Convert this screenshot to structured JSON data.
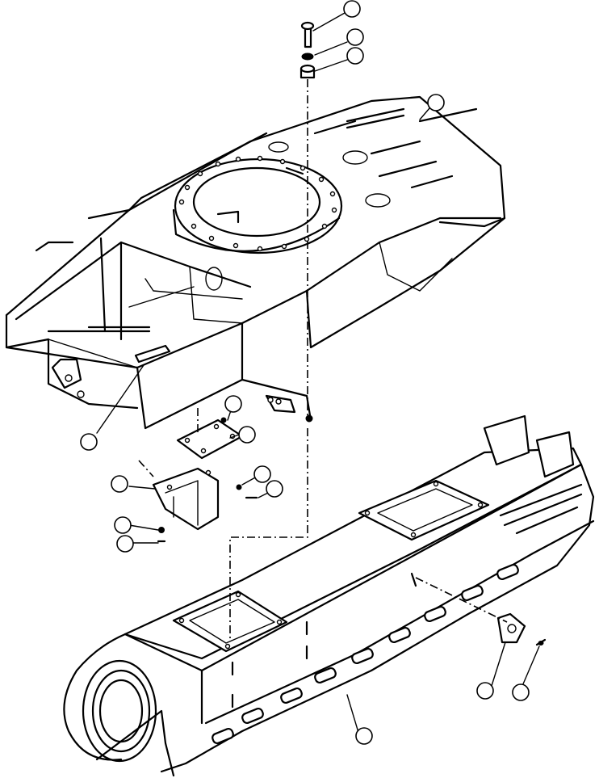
{
  "figure": {
    "kind": "exploded-parts-diagram",
    "line_color": "#000000",
    "background": "#ffffff"
  },
  "parts": [
    {
      "name": "upper-frame",
      "icon": "frame-icon"
    },
    {
      "name": "track-frame",
      "icon": "track-frame-icon"
    },
    {
      "name": "mounting-bolt",
      "icon": "bolt-icon"
    },
    {
      "name": "washer",
      "icon": "washer-icon"
    },
    {
      "name": "spacer",
      "icon": "spacer-icon"
    },
    {
      "name": "bracket",
      "icon": "bracket-icon"
    },
    {
      "name": "cover-plate",
      "icon": "plate-icon"
    },
    {
      "name": "inspection-cover",
      "icon": "cover-icon"
    },
    {
      "name": "guard-plate",
      "icon": "guard-icon"
    }
  ],
  "callouts": [
    {
      "id": "callout-1",
      "label": ""
    },
    {
      "id": "callout-2",
      "label": ""
    },
    {
      "id": "callout-3",
      "label": ""
    },
    {
      "id": "callout-4",
      "label": ""
    },
    {
      "id": "callout-5",
      "label": ""
    },
    {
      "id": "callout-6",
      "label": ""
    },
    {
      "id": "callout-7",
      "label": ""
    },
    {
      "id": "callout-8",
      "label": ""
    },
    {
      "id": "callout-9",
      "label": ""
    },
    {
      "id": "callout-10",
      "label": ""
    },
    {
      "id": "callout-11",
      "label": ""
    },
    {
      "id": "callout-12",
      "label": ""
    },
    {
      "id": "callout-13",
      "label": ""
    },
    {
      "id": "callout-14",
      "label": ""
    },
    {
      "id": "callout-15",
      "label": ""
    },
    {
      "id": "callout-16",
      "label": ""
    },
    {
      "id": "callout-17",
      "label": ""
    },
    {
      "id": "callout-18",
      "label": ""
    }
  ]
}
